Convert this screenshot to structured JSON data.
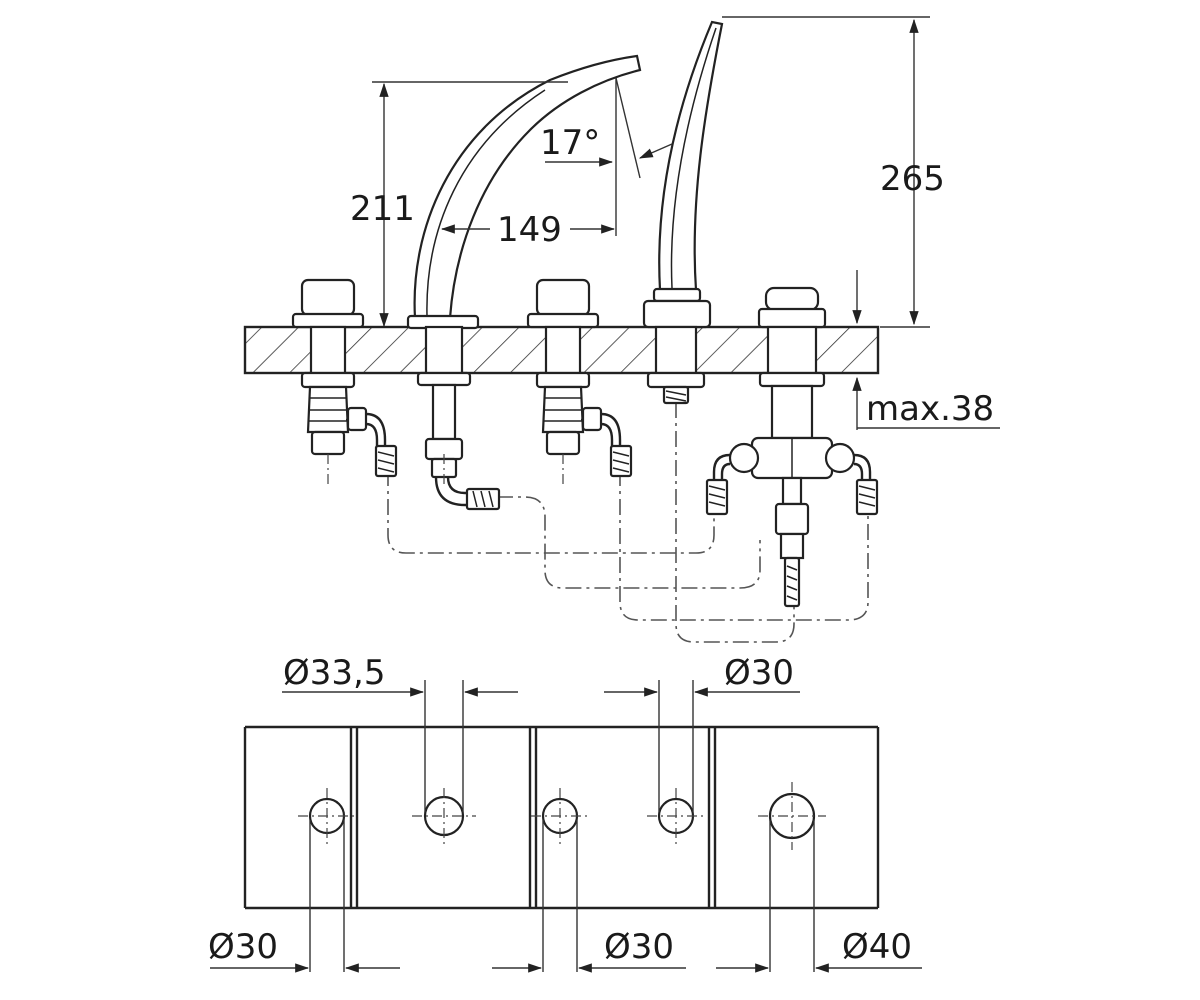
{
  "dimensions": {
    "spout_height": "211",
    "spout_reach": "149",
    "spout_angle": "17°",
    "handshower_height": "265",
    "deck_thickness": "max.38",
    "hole_spout": "Ø33,5",
    "hole_diverter": "Ø30",
    "hole_left_valve": "Ø30",
    "hole_right_valve": "Ø30",
    "hole_thermostat": "Ø40"
  }
}
